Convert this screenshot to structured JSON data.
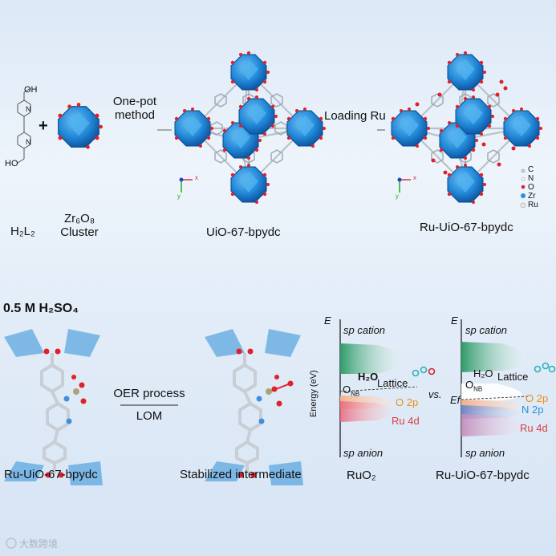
{
  "top": {
    "h2l2_label": "H₂L₂",
    "cluster_line1": "Zr₆O₈",
    "cluster_line2": "Cluster",
    "plus": "+",
    "step1_line1": "One-pot",
    "step1_line2": "method",
    "uio_label": "UiO-67-bpydc",
    "step2": "Loading Ru",
    "ru_uio_label": "Ru-UiO-67-bpydc",
    "ligand_oh": "OH",
    "ligand_ho": "HO",
    "ligand_n": "N",
    "axis_x": "x",
    "axis_y": "y",
    "legend": [
      {
        "symbol": "C",
        "color": "#cfd4d8"
      },
      {
        "symbol": "N",
        "color": "#ffffff"
      },
      {
        "symbol": "O",
        "color": "#e0202a"
      },
      {
        "symbol": "Zr",
        "color": "#2d8fd8"
      },
      {
        "symbol": "Ru",
        "color": "#e8e8e8"
      }
    ]
  },
  "bottom": {
    "electrolyte": "0.5 M H₂SO₄",
    "left_label": "Ru-UiO-67-bpydc",
    "process_line1": "OER process",
    "process_line2": "LOM",
    "mid_label": "Stabilized intermediate",
    "ruo2": {
      "label": "RuO₂",
      "E": "E",
      "y_axis": "Energy (eV)",
      "sp_cation": "sp cation",
      "h2o": "H₂O",
      "lattice": "Lattice",
      "onb": "O",
      "onb_sub": "NB",
      "o2p": "O 2p",
      "ru4d": "Ru 4d",
      "sp_anion": "sp anion"
    },
    "vs": "vs.",
    "ru_uio": {
      "label": "Ru-UiO-67-bpydc",
      "E": "E",
      "Ef": "Ef",
      "sp_cation": "sp cation",
      "h2o": "H₂O",
      "lattice": "Lattice",
      "onb": "O",
      "onb_sub": "NB",
      "o2p": "O 2p",
      "n2p": "N 2p",
      "ru4d": "Ru 4d",
      "sp_anion": "sp anion"
    }
  },
  "watermark": "大数跨境",
  "colors": {
    "zr_blue": "#1f86d6",
    "oxygen_red": "#e0202a",
    "ligand_grey": "#b9c2ca",
    "orange": "#e8901a",
    "red_text": "#d94040",
    "blue_text": "#2a8fd6",
    "teal": "#3aa8a0"
  }
}
